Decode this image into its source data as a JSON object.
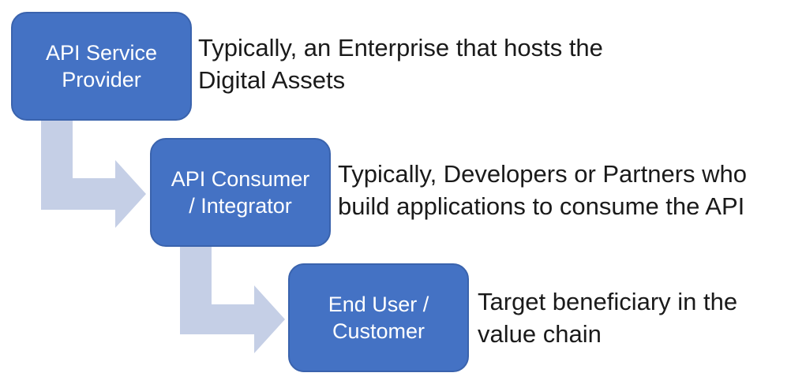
{
  "steps": [
    {
      "box_lines": [
        "API Service",
        "Provider"
      ],
      "desc_lines": [
        "Typically, an Enterprise that hosts the",
        "Digital Assets"
      ]
    },
    {
      "box_lines": [
        "API Consumer",
        "/ Integrator"
      ],
      "desc_lines": [
        "Typically, Developers or Partners who",
        "build applications to consume the API"
      ]
    },
    {
      "box_lines": [
        "End User /",
        "Customer"
      ],
      "desc_lines": [
        "Target beneficiary in the",
        "value chain"
      ]
    }
  ],
  "colors": {
    "box_fill": "#4472c4",
    "box_text": "#ffffff",
    "arrow_fill": "#c5cfe6",
    "desc_text": "#1a1a1a"
  }
}
